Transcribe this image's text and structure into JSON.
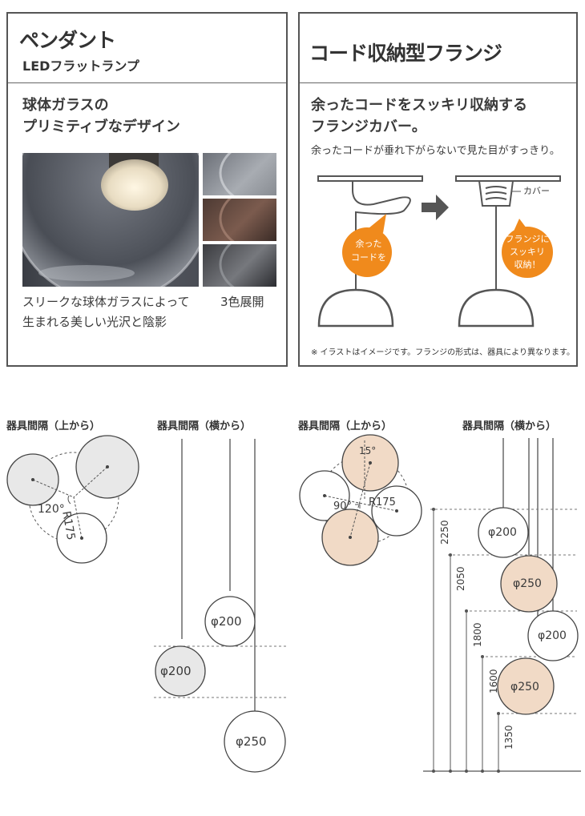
{
  "left_panel": {
    "title": "ペンダント",
    "subtitle": "LEDフラットランプ",
    "heading_line1": "球体ガラスの",
    "heading_line2": "プリミティブなデザイン",
    "caption_line1": "スリークな球体ガラスによって",
    "caption_line2": "生まれる美しい光沢と陰影",
    "colors_caption": "3色展開"
  },
  "right_panel": {
    "title": "コード収納型フランジ",
    "heading_line1": "余ったコードをスッキリ収納する",
    "heading_line2": "フランジカバー。",
    "subtext": "余ったコードが垂れ下がらないで見た目がすっきり。",
    "cover_label": "カバー",
    "bubble_left_line1": "余った",
    "bubble_left_line2": "コードを",
    "bubble_right_line1": "フランジに",
    "bubble_right_line2": "スッキリ",
    "bubble_right_line3": "収納！",
    "note": "※ イラストはイメージです。フランジの形式は、器具により異なります。"
  },
  "diagrams": {
    "d1_title": "器具間隔（上から）",
    "d1_angle": "120°",
    "d1_radius": "R175",
    "d2_title": "器具間隔（横から）",
    "d2_sizes": [
      "φ200",
      "φ200",
      "φ250"
    ],
    "d3_title": "器具間隔（上から）",
    "d3_angle_top": "15°",
    "d3_angle": "90°",
    "d3_radius": "R175",
    "d4_title": "器具間隔（横から）",
    "d4_heights": [
      "2250",
      "2050",
      "1800",
      "1600",
      "1350"
    ],
    "d4_sizes": [
      "φ200",
      "φ250",
      "φ200",
      "φ250"
    ]
  },
  "colors": {
    "orange": "#f08a1c",
    "beige": "#f1dac6",
    "gray_fill": "#e8e8e8",
    "border": "#555555"
  }
}
